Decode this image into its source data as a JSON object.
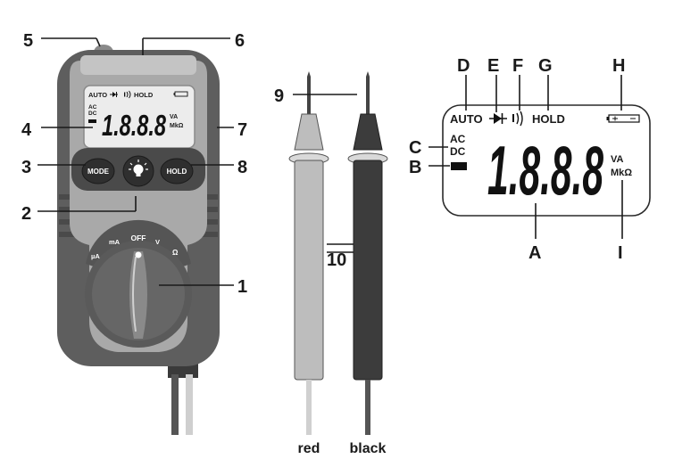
{
  "callouts": {
    "c1": "1",
    "c2": "2",
    "c3": "3",
    "c4": "4",
    "c5": "5",
    "c6": "6",
    "c7": "7",
    "c8": "8",
    "c9": "9",
    "c10": "10",
    "A": "A",
    "B": "B",
    "C": "C",
    "D": "D",
    "E": "E",
    "F": "F",
    "G": "G",
    "H": "H",
    "I": "I"
  },
  "meter": {
    "lcd": {
      "auto": "AUTO",
      "hold": "HOLD",
      "ac": "AC",
      "dc": "DC",
      "digits": "1.8.8.8",
      "unit_top": "VA",
      "unit_bottom": "MkΩ"
    },
    "buttons": {
      "mode": "MODE",
      "hold": "HOLD"
    },
    "dial": {
      "off": "OFF",
      "ma": "mA",
      "ua": "µA",
      "v": "V",
      "ohm": "Ω"
    }
  },
  "leads": {
    "red_label": "red",
    "black_label": "black"
  },
  "display_detail": {
    "auto": "AUTO",
    "hold": "HOLD",
    "ac": "AC",
    "dc": "DC",
    "digits": "1.8.8.8",
    "unit_top": "VA",
    "unit_bottom": "MkΩ"
  },
  "colors": {
    "body_dark": "#5a5a5a",
    "body_light": "#a8a8a8",
    "lcd": "#ededed",
    "probe_red": "#bdbdbd",
    "probe_black": "#3c3c3c"
  }
}
